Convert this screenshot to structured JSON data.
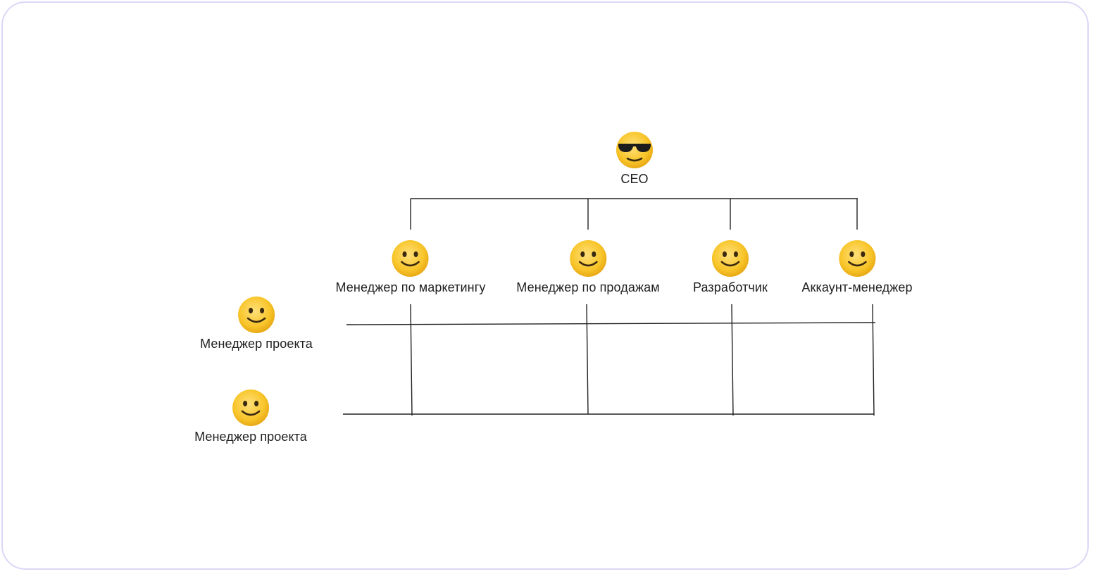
{
  "diagram": {
    "ceo": {
      "label": "CEO",
      "icon": "sunglasses-face-icon"
    },
    "departments": [
      {
        "label": "Менеджер по маркетингу",
        "icon": "smiling-face-icon"
      },
      {
        "label": "Менеджер по продажам",
        "icon": "smiling-face-icon"
      },
      {
        "label": "Разработчик",
        "icon": "smiling-face-icon"
      },
      {
        "label": "Аккаунт-менеджер",
        "icon": "smiling-face-icon"
      }
    ],
    "project_managers": [
      {
        "label": "Менеджер проекта",
        "icon": "smiling-face-icon"
      },
      {
        "label": "Менеджер проекта",
        "icon": "smiling-face-icon"
      }
    ]
  },
  "colors": {
    "frame_border": "#ddd6f6",
    "lines": "#222222",
    "emoji_face": "#f8c52a",
    "emoji_features": "#3a2a10"
  }
}
